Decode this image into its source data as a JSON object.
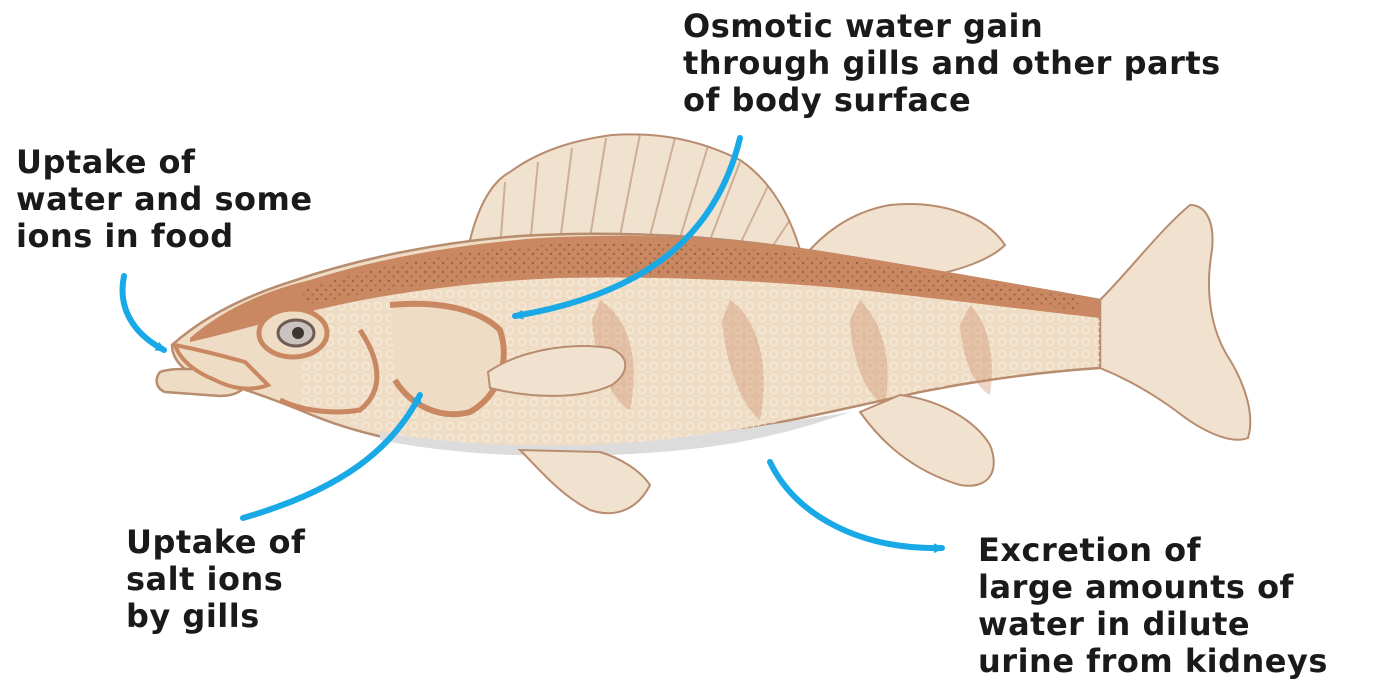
{
  "labels": {
    "food_uptake": [
      "Uptake of",
      "water and some",
      "ions in food"
    ],
    "osmotic_gain": [
      "Osmotic water gain",
      "through gills and other parts",
      "of body surface"
    ],
    "salt_uptake": [
      "Uptake of",
      "salt ions",
      "by gills"
    ],
    "excretion": [
      "Excretion of",
      "large amounts of",
      "water in dilute",
      "urine from kidneys"
    ]
  },
  "colors": {
    "arrow": "#19a9e6",
    "fish_body": "#efdcc4",
    "fish_back": "#c98862",
    "fish_outline": "#b88c6e",
    "fin": "#f1e2d0",
    "belly": "#dcdcdc",
    "text": "#1a1a1a"
  }
}
